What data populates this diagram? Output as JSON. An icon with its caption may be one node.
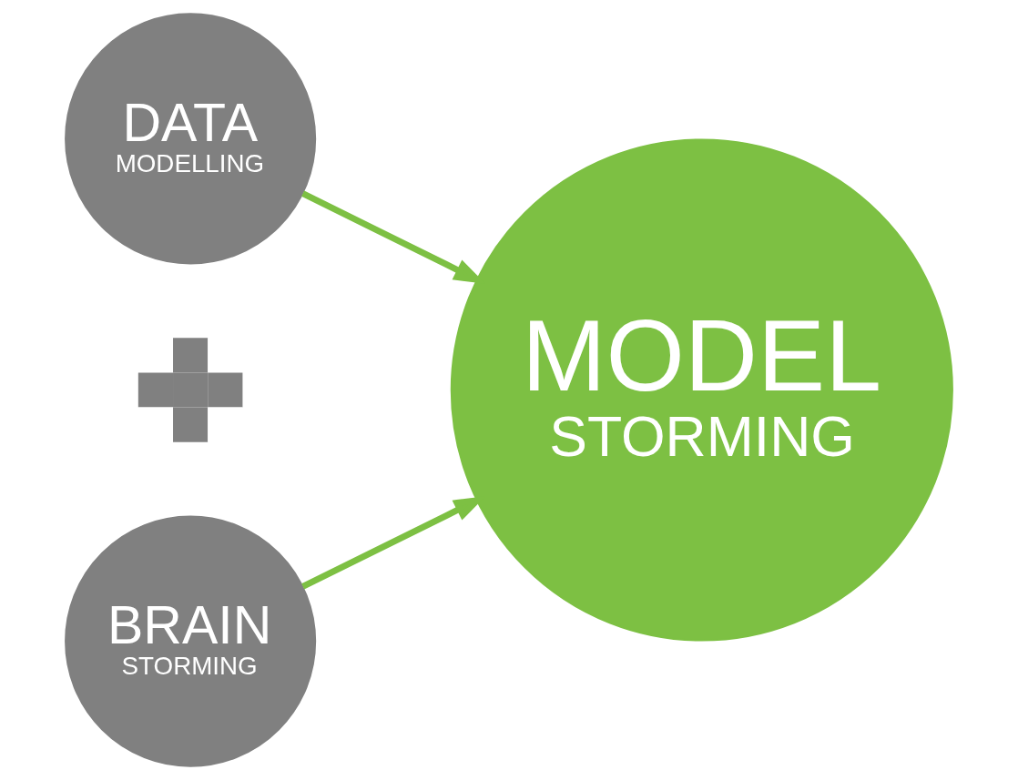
{
  "diagram": {
    "nodes": [
      {
        "text": [
          "DATA",
          "MODELLING"
        ]
      },
      {
        "text": [],
        "shape": "plus"
      },
      {
        "text": [
          "BRAIN",
          "STORMING"
        ]
      },
      {
        "text": [
          "MODEL",
          "STORMING"
        ]
      }
    ],
    "edges": [
      {
        "from": 0,
        "to": 3,
        "arrow": "to"
      },
      {
        "from": 2,
        "to": 3,
        "arrow": "to"
      }
    ]
  }
}
